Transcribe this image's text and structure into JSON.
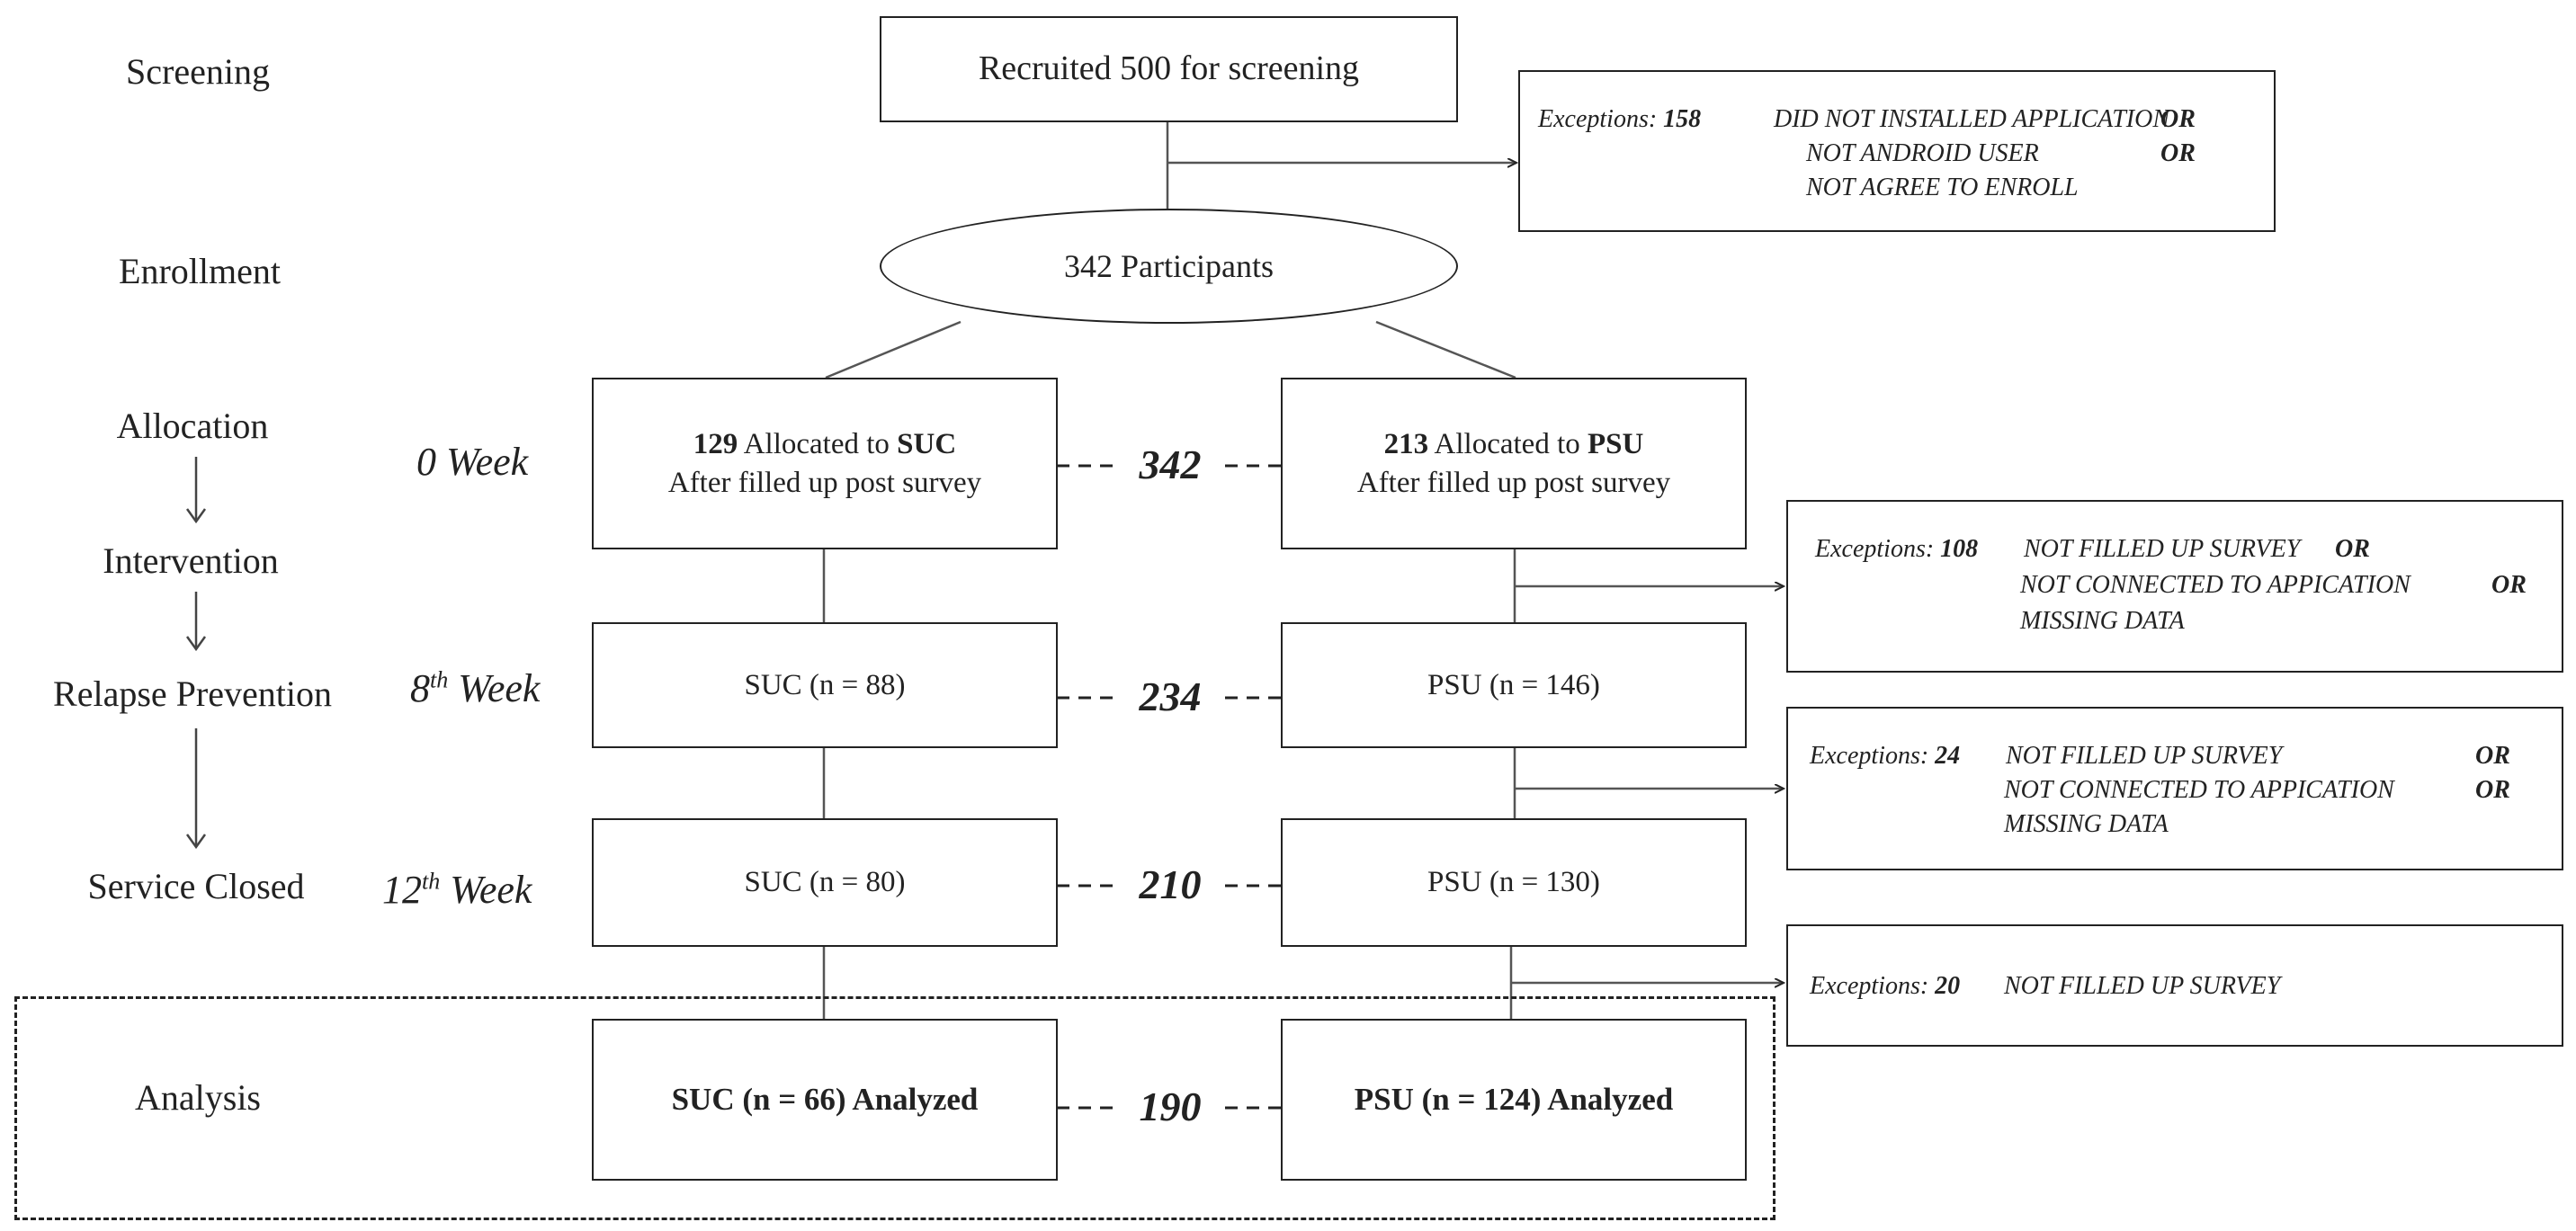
{
  "stages": {
    "screening": "Screening",
    "enrollment": "Enrollment",
    "allocation": "Allocation",
    "intervention": "Intervention",
    "relapse_prevention": "Relapse Prevention",
    "service_closed": "Service Closed",
    "analysis": "Analysis"
  },
  "weeks": {
    "w0": "0 Week",
    "w8_num": "8",
    "w8_sup": "th",
    "w8_suffix": " Week",
    "w12_num": "12",
    "w12_sup": "th",
    "w12_suffix": " Week"
  },
  "boxes": {
    "recruited": "Recruited 500 for screening",
    "participants": "342 Participants",
    "suc_alloc_num": "129",
    "suc_alloc_mid": " Allocated to ",
    "suc_alloc_grp": "SUC",
    "suc_alloc_line2": "After filled up post survey",
    "psu_alloc_num": "213",
    "psu_alloc_mid": " Allocated to ",
    "psu_alloc_grp": "PSU",
    "psu_alloc_line2": "After filled up post survey",
    "suc_w8": "SUC (n = 88)",
    "psu_w8": "PSU (n = 146)",
    "suc_w12": "SUC (n = 80)",
    "psu_w12": "PSU (n = 130)",
    "suc_analyzed": "SUC (n = 66) Analyzed",
    "psu_analyzed": "PSU (n = 124) Analyzed"
  },
  "totals": {
    "t0": "342",
    "t8": "234",
    "t12": "210",
    "tan": "190"
  },
  "exceptions": {
    "e1": {
      "prefix": "Exceptions: ",
      "count": "158",
      "line1": "DID NOT INSTALLED APPLICATION",
      "line2": "NOT ANDROID USER",
      "line3": "NOT AGREE TO ENROLL",
      "or": "OR"
    },
    "e2": {
      "prefix": "Exceptions: ",
      "count": "108",
      "line1": "NOT FILLED UP SURVEY",
      "line2": "NOT CONNECTED TO APPICATION",
      "line3": "MISSING DATA",
      "or": "OR"
    },
    "e3": {
      "prefix": "Exceptions: ",
      "count": "24",
      "line1": "NOT FILLED UP SURVEY",
      "line2": "NOT CONNECTED TO APPICATION",
      "line3": "MISSING DATA",
      "or": "OR"
    },
    "e4": {
      "prefix": "Exceptions: ",
      "count": "20",
      "line1": "NOT FILLED UP SURVEY"
    }
  }
}
